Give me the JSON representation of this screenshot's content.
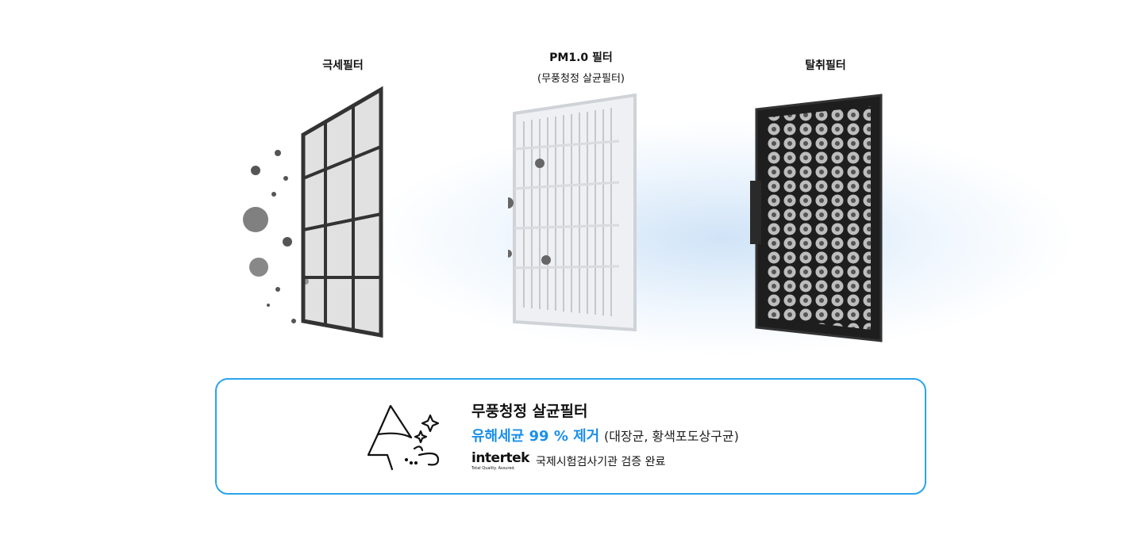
{
  "filters": [
    {
      "title": "극세필터",
      "subtitle": ""
    },
    {
      "title": "PM1.0 필터",
      "subtitle": "(무풍청정 살균필터)"
    },
    {
      "title": "탈취필터",
      "subtitle": ""
    }
  ],
  "info": {
    "icon": "sterilization-sparkle-icon",
    "title": "무풍청정 살균필터",
    "highlight": "유해세균 99 % 제거",
    "detail": "(대장균, 황색포도상구균)",
    "logo_name": "intertek",
    "logo_tagline": "Total Quality. Assured.",
    "certification": "국제시험검사기관 검증 완료"
  },
  "colors": {
    "accent": "#1b8fea",
    "border": "#2aa4ec"
  }
}
